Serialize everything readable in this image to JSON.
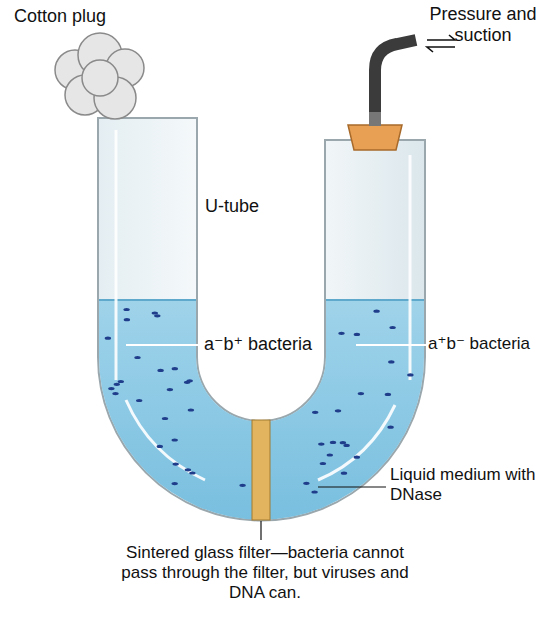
{
  "diagram": {
    "labels": [
      "Cotton plug",
      "Pressure and suction",
      "U-tube",
      "a⁻b⁺ bacteria",
      "a⁺b⁻ bacteria",
      "Liquid medium with DNase",
      "Sintered glass filter—bacteria cannot pass through the filter, but viruses and DNA can."
    ]
  }
}
